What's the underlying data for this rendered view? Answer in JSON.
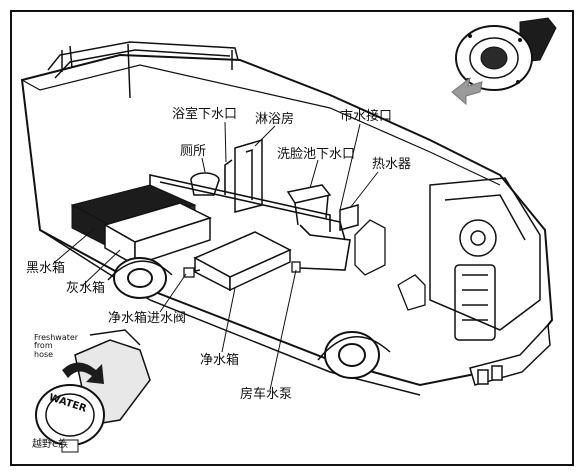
{
  "labels": {
    "bath_drain": "浴室下水口",
    "shower_room": "淋浴房",
    "city_water_inlet": "市水接口",
    "toilet": "厕所",
    "sink_drain": "洗脸池下水口",
    "water_heater": "热水器",
    "black_water_tank": "黑水箱",
    "grey_water_tank": "灰水箱",
    "fresh_tank_inlet_valve": "净水箱进水阀",
    "fresh_water_tank": "净水箱",
    "rv_water_pump": "房车水泵"
  },
  "inset": {
    "freshwater_note": "Freshwater from hose",
    "cap_text": "WATER"
  },
  "watermark": "越野e族",
  "colors": {
    "ink": "#111111",
    "dark_tank": "#1c1c1c",
    "arrow_fill": "#9a9a9a"
  }
}
